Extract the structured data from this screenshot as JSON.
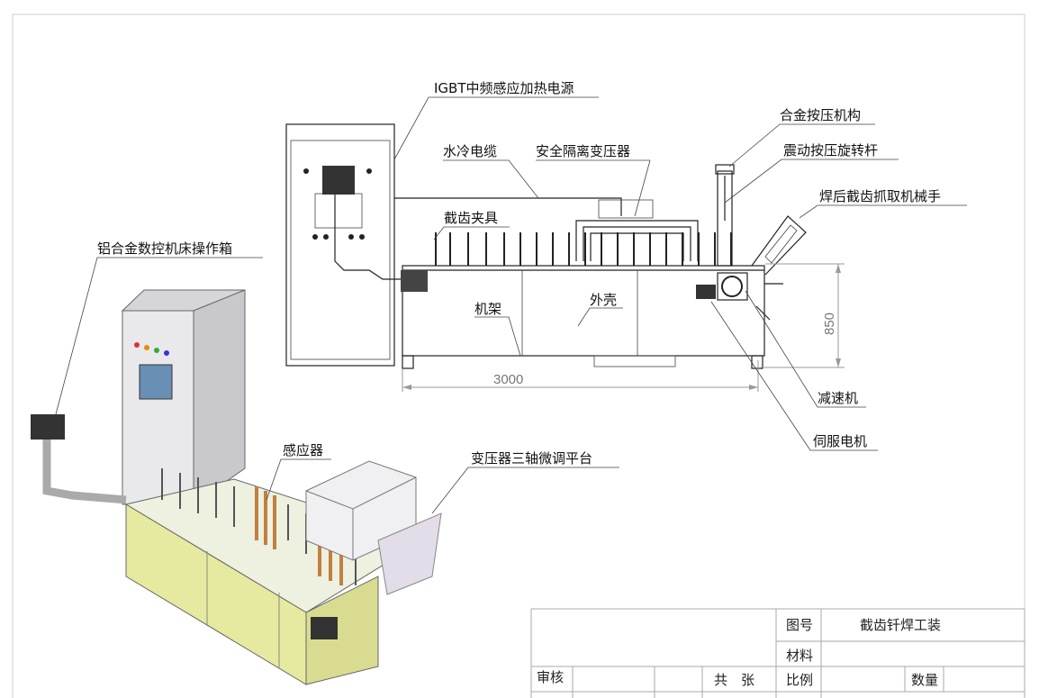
{
  "labels": {
    "power_supply": "IGBT中频感应加热电源",
    "water_cable": "水冷电缆",
    "transformer": "安全隔离变压器",
    "clamp": "截齿夹具",
    "control_box": "铝合金数控机床操作箱",
    "press_mechanism": "合金按压机构",
    "vibration_rod": "震动按压旋转杆",
    "gripper": "焊后截齿抓取机械手",
    "frame": "机架",
    "housing": "外壳",
    "reducer": "减速机",
    "servo_motor": "伺服电机",
    "inductor": "感应器",
    "platform": "变压器三轴微调平台"
  },
  "dimensions": {
    "length": "3000",
    "height": "850"
  },
  "title_block": {
    "drawing_no_label": "图号",
    "drawing_name": "截齿钎焊工装",
    "material_label": "材料",
    "review_label": "审核",
    "sheets_label": "共　张",
    "scale_label": "比例",
    "quantity_label": "数量"
  }
}
